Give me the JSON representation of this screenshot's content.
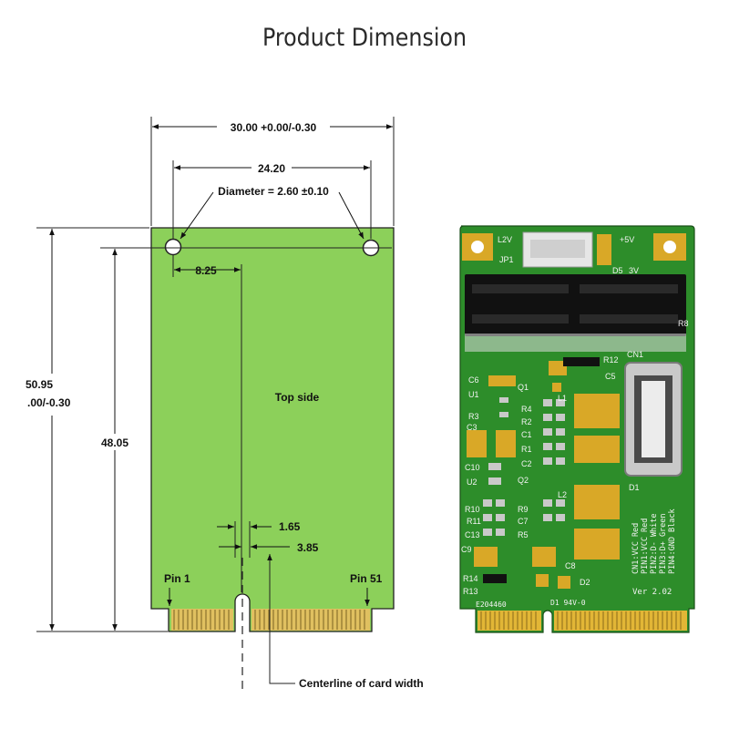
{
  "page": {
    "title": "Product Dimension"
  },
  "drawing": {
    "overall_width": "30.00 +0.00/-0.30",
    "hole_spacing": "24.20",
    "hole_diameter": "Diameter = 2.60 ±0.10",
    "hole_offset": "8.25",
    "overall_length_line1": "50.95",
    "overall_length_line2": ".00/-0.30",
    "hole_to_edge_length": "48.05",
    "side_label": "Top side",
    "key_dim_a": "1.65",
    "key_dim_b": "3.85",
    "pin_first": "Pin 1",
    "pin_last": "Pin 51",
    "centerline": "Centerline of card width"
  },
  "board": {
    "silkscreen": {
      "jp1": "JP1",
      "l2v": "L2V",
      "plus5v": "+5V",
      "d5": "D5",
      "v3": "3V",
      "r8": "R8",
      "cn1": "CN1",
      "r12": "R12",
      "c6": "C6",
      "c5": "C5",
      "u1": "U1",
      "q1": "Q1",
      "l1": "L1",
      "r4": "R4",
      "r3": "R3",
      "r2": "R2",
      "c1": "C1",
      "c3": "C3",
      "r1": "R1",
      "c10": "C10",
      "c2": "C2",
      "d1": "D1",
      "u2": "U2",
      "q2": "Q2",
      "l2": "L2",
      "r10": "R10",
      "r9": "R9",
      "r11": "R11",
      "c7": "C7",
      "c13": "C13",
      "r5": "R5",
      "c9": "C9",
      "c8": "C8",
      "d2": "D2",
      "r14": "R14",
      "r13": "R13",
      "e_code": "E204460",
      "d1_rating": "D1 94V-0",
      "version": "Ver 2.02",
      "pin_legend": [
        "CN1:VCC Red",
        "PIN1:VCC Red",
        "PIN2:D- White",
        "PIN3:D+ Green",
        "PIN4:GND Black"
      ]
    }
  }
}
